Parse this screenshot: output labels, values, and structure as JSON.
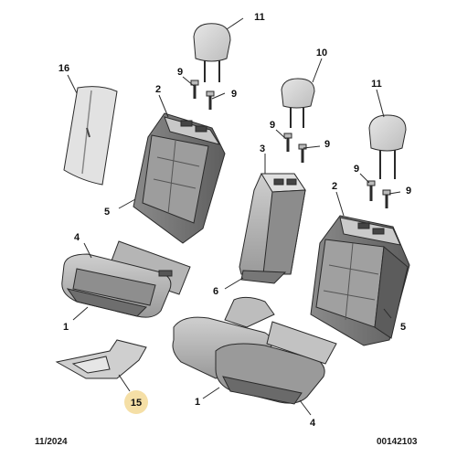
{
  "diagram": {
    "callouts": [
      "11",
      "16",
      "9",
      "2",
      "9",
      "10",
      "11",
      "9",
      "3",
      "9",
      "9",
      "2",
      "9",
      "5",
      "4",
      "6",
      "5",
      "1",
      "15",
      "1",
      "4"
    ],
    "highlighted_callout": "15"
  },
  "footer": {
    "date": "11/2024",
    "reference": "00142103"
  },
  "colors": {
    "outline": "#2a2a2a",
    "part_light": "#d9d9d9",
    "part_mid": "#a9a9a9",
    "part_dark": "#6e6e6e",
    "highlight": "#f5dfa6"
  }
}
